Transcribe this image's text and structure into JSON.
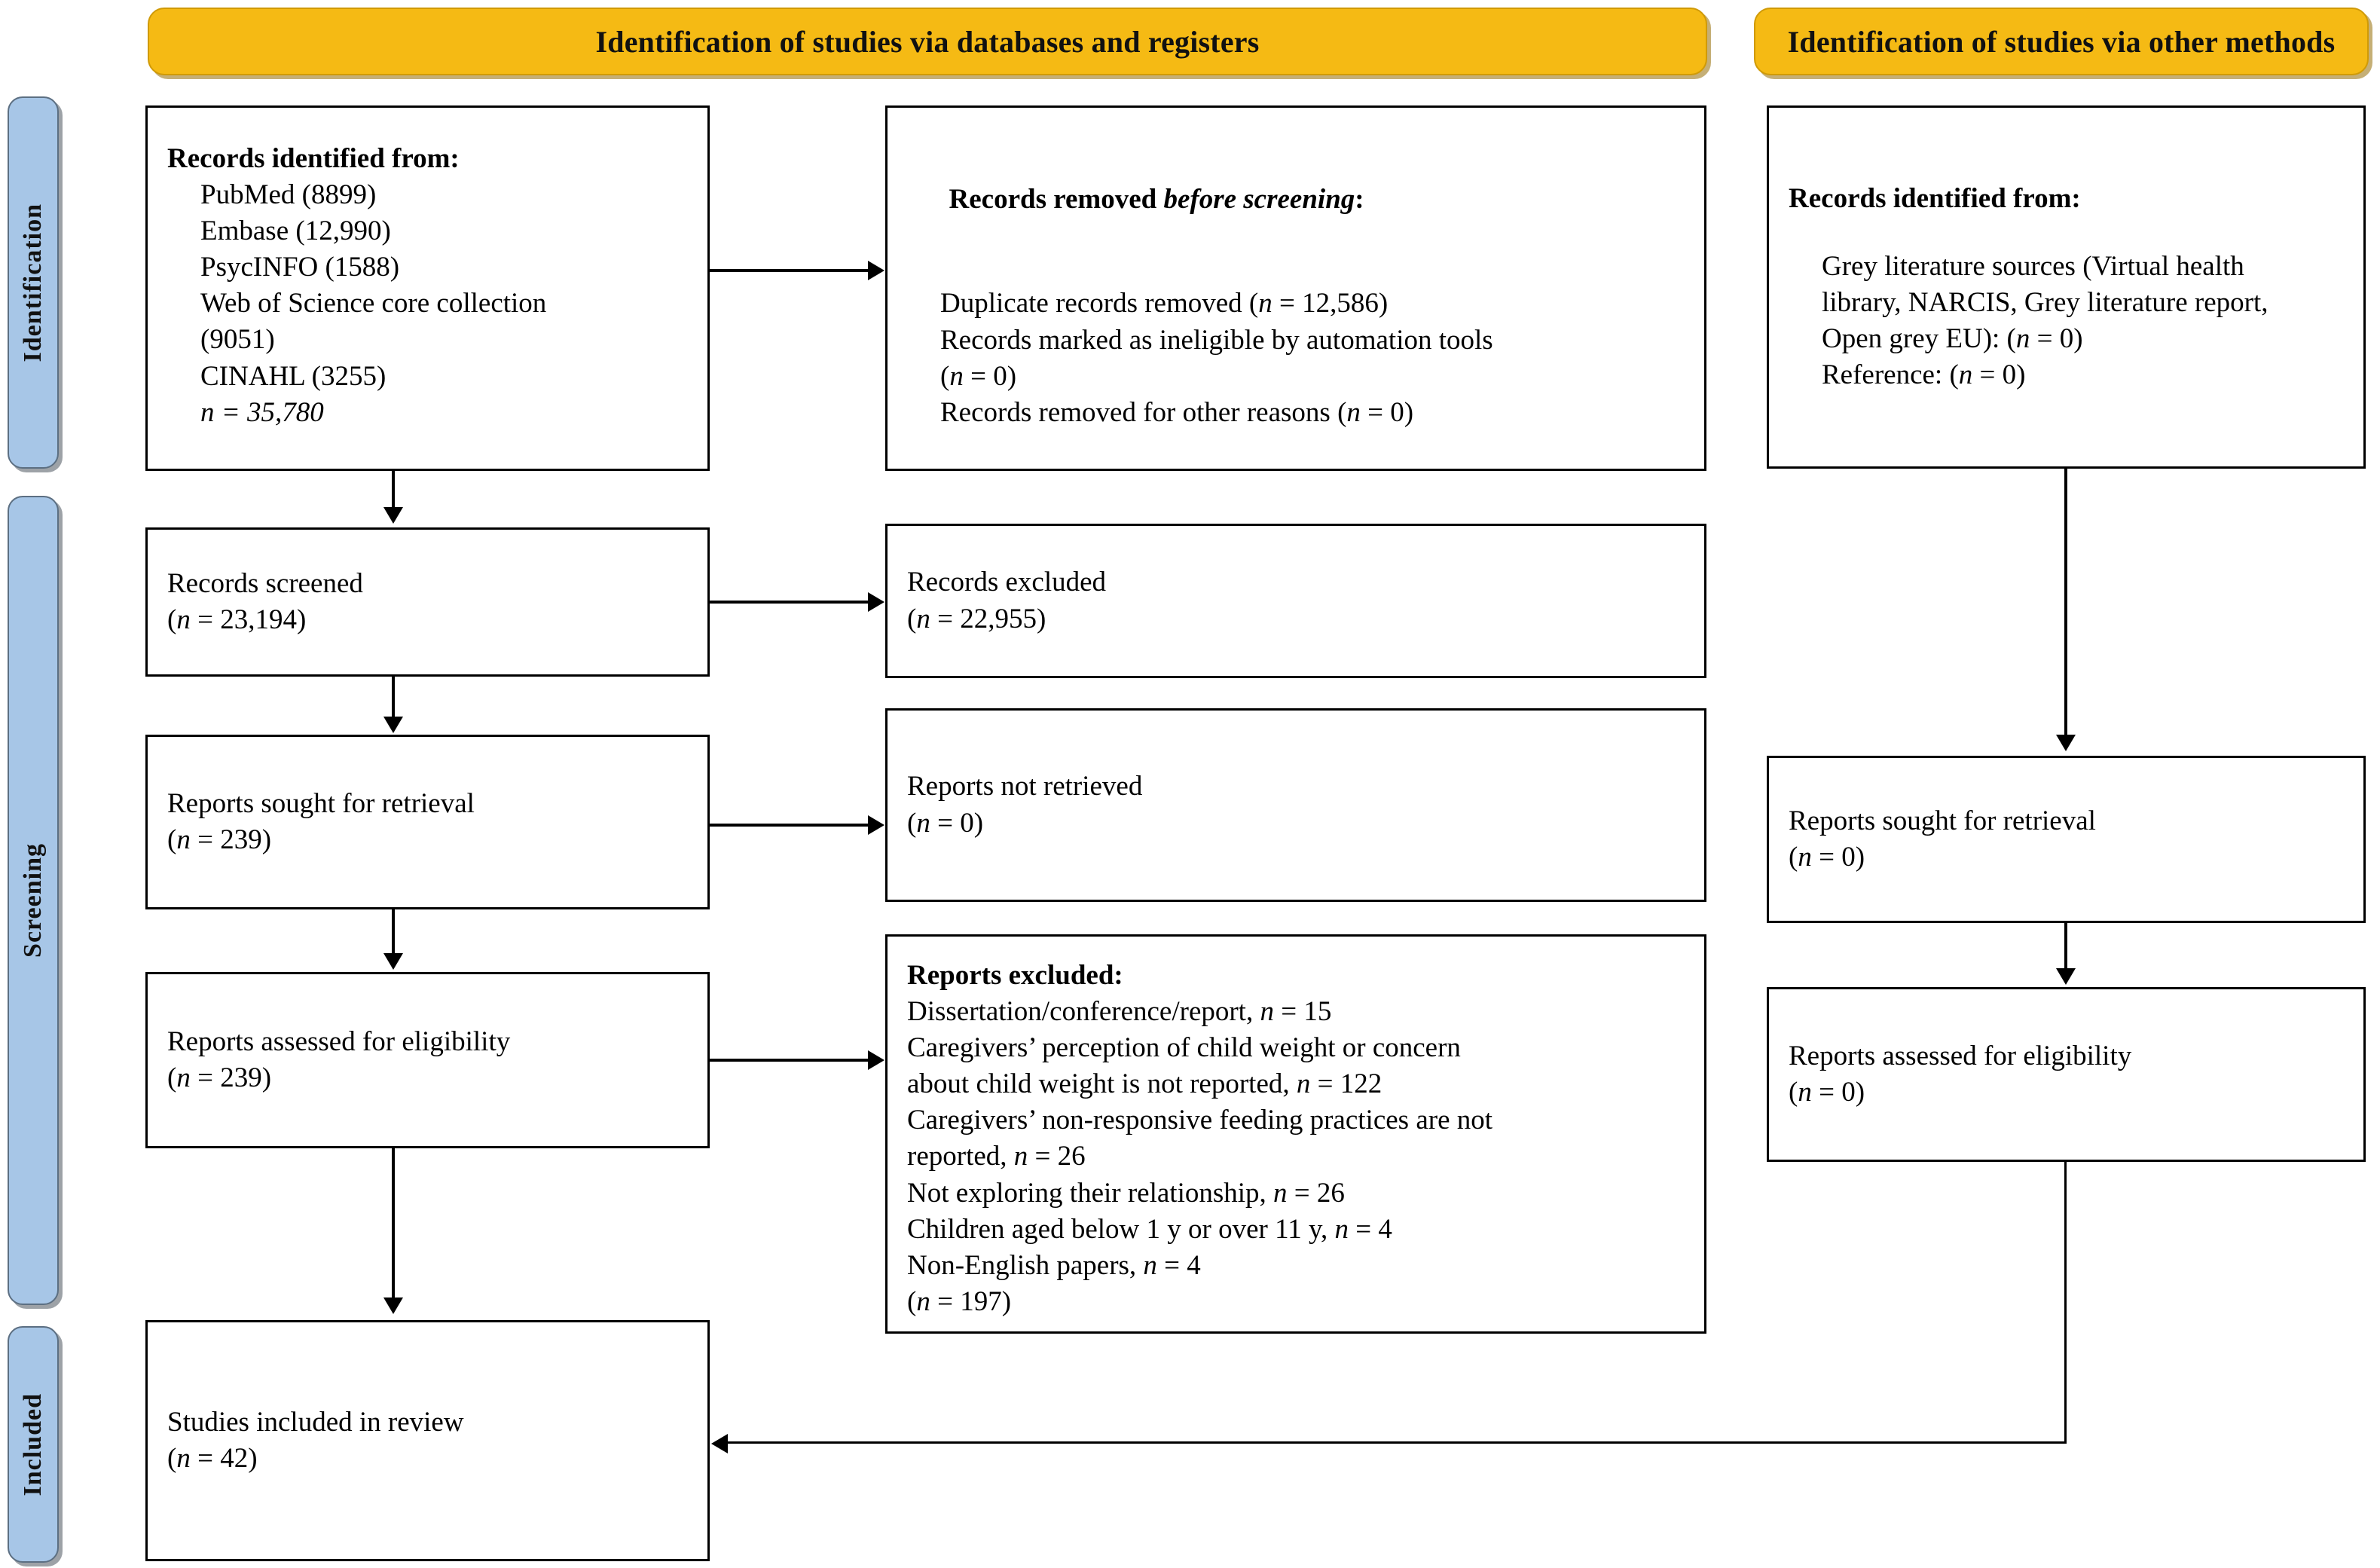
{
  "diagram": {
    "type": "PRISMA 2020 flow diagram",
    "colors": {
      "header_fill": "#F5BA14",
      "header_border": "#D09A06",
      "stage_label_fill": "#A7C6E7",
      "box_border": "#000000",
      "background": "#FFFFFF"
    },
    "headers": [
      {
        "id": "databases",
        "label": "Identification of studies via databases and registers"
      },
      {
        "id": "other",
        "label": "Identification of studies via other methods"
      }
    ],
    "stage_labels": [
      {
        "id": "identification",
        "label": "Identification"
      },
      {
        "id": "screening",
        "label": "Screening"
      },
      {
        "id": "included",
        "label": "Included"
      }
    ],
    "boxes": {
      "records_identified_db": {
        "title": "Records identified from:",
        "lines": [
          "PubMed (8899)",
          "Embase (12,990)",
          "PsycINFO (1588)",
          "Web of Science core collection",
          "(9051)",
          "CINAHL (3255)"
        ],
        "total": "n = 35,780"
      },
      "records_removed": {
        "title_plain": "Records removed ",
        "title_italic": "before screening",
        "title_colon": ":",
        "lines": [
          "Duplicate records removed (n = 12,586)",
          "Records marked as ineligible by automation tools",
          "(n = 0)",
          "Records removed for other reasons (n = 0)"
        ]
      },
      "records_identified_other": {
        "title": "Records identified from:",
        "lines": [
          "Grey literature sources (Virtual health",
          "library, NARCIS, Grey literature report,",
          "Open grey EU): (n = 0)",
          "Reference: (n = 0)"
        ]
      },
      "records_screened": {
        "line1": "Records screened",
        "line2": "(n = 23,194)"
      },
      "records_excluded": {
        "line1": "Records excluded",
        "line2": "(n = 22,955)"
      },
      "reports_sought_db": {
        "line1": "Reports sought for retrieval",
        "line2": "(n = 239)"
      },
      "reports_not_retrieved": {
        "line1": "Reports not retrieved",
        "line2": "(n = 0)"
      },
      "reports_sought_other": {
        "line1": "Reports sought for retrieval",
        "line2": "(n = 0)"
      },
      "reports_assessed_db": {
        "line1": "Reports assessed for eligibility",
        "line2": "(n = 239)"
      },
      "reports_excluded": {
        "title": "Reports excluded:",
        "lines": [
          "Dissertation/conference/report, n = 15",
          "Caregivers’ perception of child weight or concern",
          "about child weight is not reported, n = 122",
          "Caregivers’ non-responsive feeding practices are not",
          "reported, n = 26",
          "Not exploring their relationship, n = 26",
          "Children aged below 1 y or over 11 y, n = 4",
          "Non-English papers, n = 4",
          "(n = 197)"
        ]
      },
      "reports_assessed_other": {
        "line1": "Reports assessed for eligibility",
        "line2": "(n = 0)"
      },
      "studies_included": {
        "line1": "Studies included in review",
        "line2": "(n = 42)"
      }
    }
  }
}
